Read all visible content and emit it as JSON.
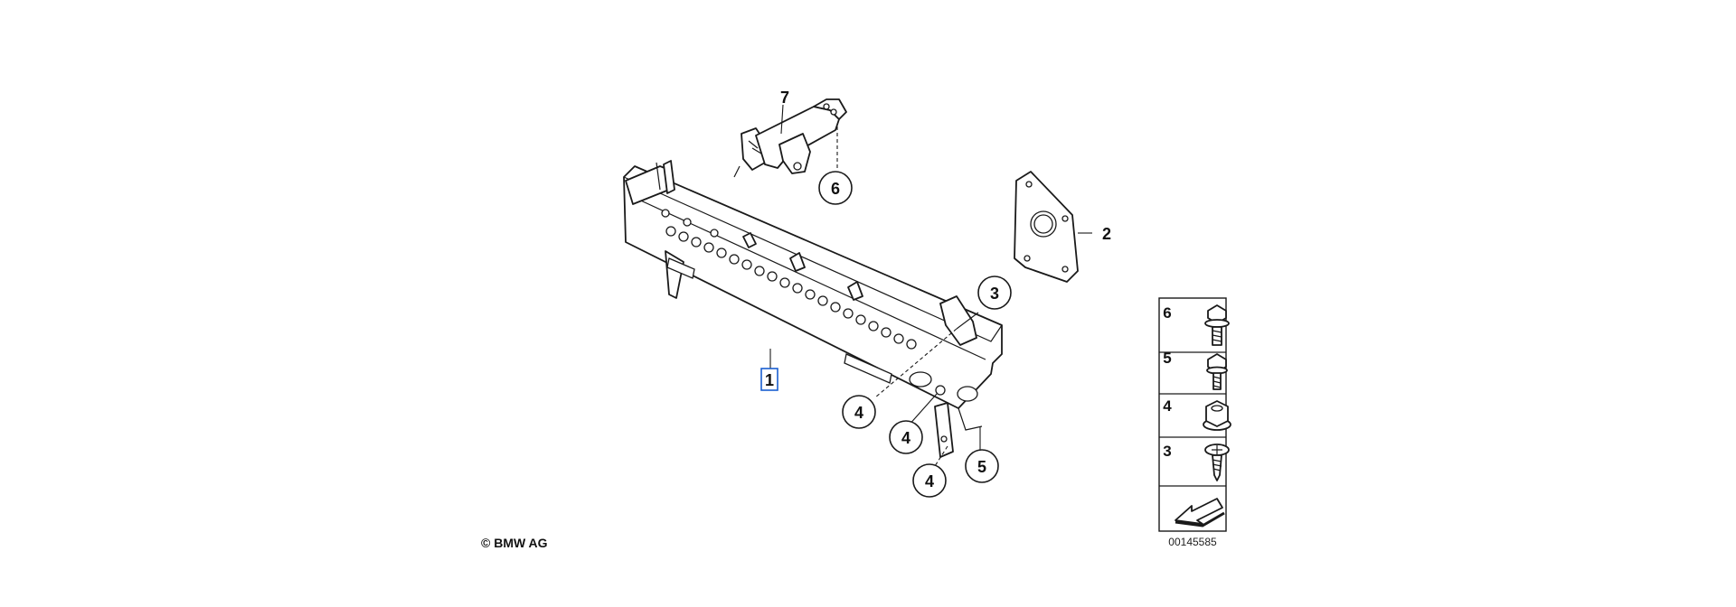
{
  "callouts": {
    "c1": "1",
    "c2": "2",
    "c3": "3",
    "c4a": "4",
    "c4b": "4",
    "c4c": "4",
    "c5": "5",
    "c6": "6",
    "c7": "7"
  },
  "legend": {
    "items": [
      "6",
      "5",
      "4",
      "3"
    ]
  },
  "footer": {
    "copyright": "© BMW AG",
    "doc_number": "00145585"
  },
  "colors": {
    "line": "#1a1a1a",
    "highlight": "#1a5fd1"
  },
  "icons": [
    "hex-flange-bolt-icon",
    "hex-bolt-icon",
    "hex-flange-nut-icon",
    "self-tapping-screw-icon",
    "arrow-icon"
  ]
}
